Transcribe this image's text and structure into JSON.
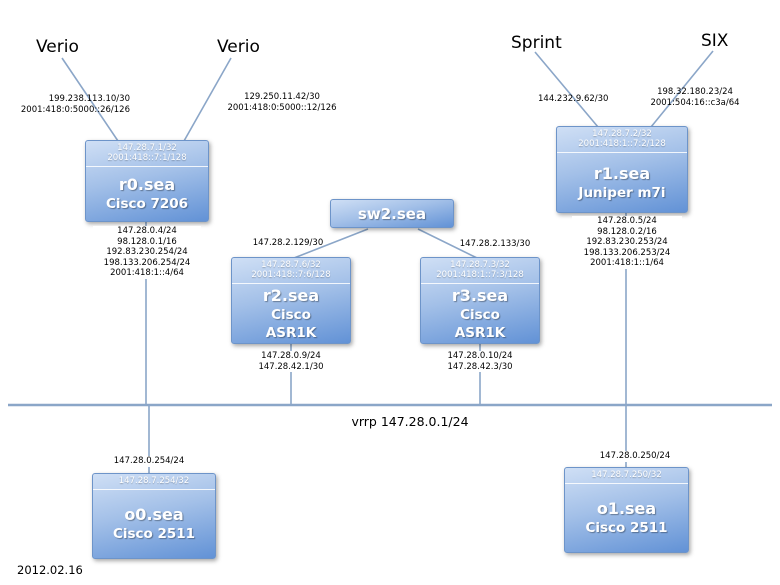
{
  "colors": {
    "line": "#8ba6c8",
    "box-border": "#6d94c9",
    "box-top": "#cfdff5",
    "box-mid": "#a3c0e8",
    "box-bottom": "#6292d6"
  },
  "providers": {
    "verio_left": {
      "label": "Verio",
      "ips": [
        "199.238.113.10/30",
        "2001:418:0:5000::26/126"
      ]
    },
    "verio_right": {
      "label": "Verio",
      "ips": [
        "129.250.11.42/30",
        "2001:418:0:5000::12/126"
      ]
    },
    "sprint": {
      "label": "Sprint",
      "ips": [
        "144.232.9.62/30"
      ]
    },
    "six": {
      "label": "SIX",
      "ips": [
        "198.32.180.23/24",
        "2001:504:16::c3a/64"
      ]
    }
  },
  "nodes": {
    "r0": {
      "loopbacks": [
        "147.28.7.1/32",
        "2001:418::7:1/128"
      ],
      "name": "r0.sea",
      "model": [
        "Cisco 7206"
      ],
      "interfaces": [
        "147.28.0.4/24",
        "98.128.0.1/16",
        "192.83.230.254/24",
        "198.133.206.254/24",
        "2001:418:1::4/64"
      ]
    },
    "r1": {
      "loopbacks": [
        "147.28.7.2/32",
        "2001:418:1::7:2/128"
      ],
      "name": "r1.sea",
      "model": [
        "Juniper m7i"
      ],
      "interfaces": [
        "147.28.0.5/24",
        "98.128.0.2/16",
        "192.83.230.253/24",
        "198.133.206.253/24",
        "2001:418:1::1/64"
      ]
    },
    "sw2": {
      "name": "sw2.sea"
    },
    "r2": {
      "loopbacks": [
        "147.28.7.6/32",
        "2001:418::7:6/128"
      ],
      "name": "r2.sea",
      "model": [
        "Cisco",
        "ASR1K"
      ],
      "interfaces": [
        "147.28.0.9/24",
        "147.28.42.1/30"
      ]
    },
    "r3": {
      "loopbacks": [
        "147.28.7.3/32",
        "2001:418:1::7:3/128"
      ],
      "name": "r3.sea",
      "model": [
        "Cisco",
        "ASR1K"
      ],
      "interfaces": [
        "147.28.0.10/24",
        "147.28.42.3/30"
      ]
    },
    "o0": {
      "loopbacks": [
        "147.28.7.254/32"
      ],
      "name": "o0.sea",
      "model": [
        "Cisco 2511"
      ],
      "uplink": "147.28.0.254/24"
    },
    "o1": {
      "loopbacks": [
        "147.28.7.250/32"
      ],
      "name": "o1.sea",
      "model": [
        "Cisco 2511"
      ],
      "uplink": "147.28.0.250/24"
    }
  },
  "links": {
    "sw2_r2": "147.28.2.129/30",
    "sw2_r3": "147.28.2.133/30"
  },
  "bus": {
    "label": "vrrp 147.28.0.1/24"
  },
  "footer": {
    "date": "2012.02.16"
  }
}
